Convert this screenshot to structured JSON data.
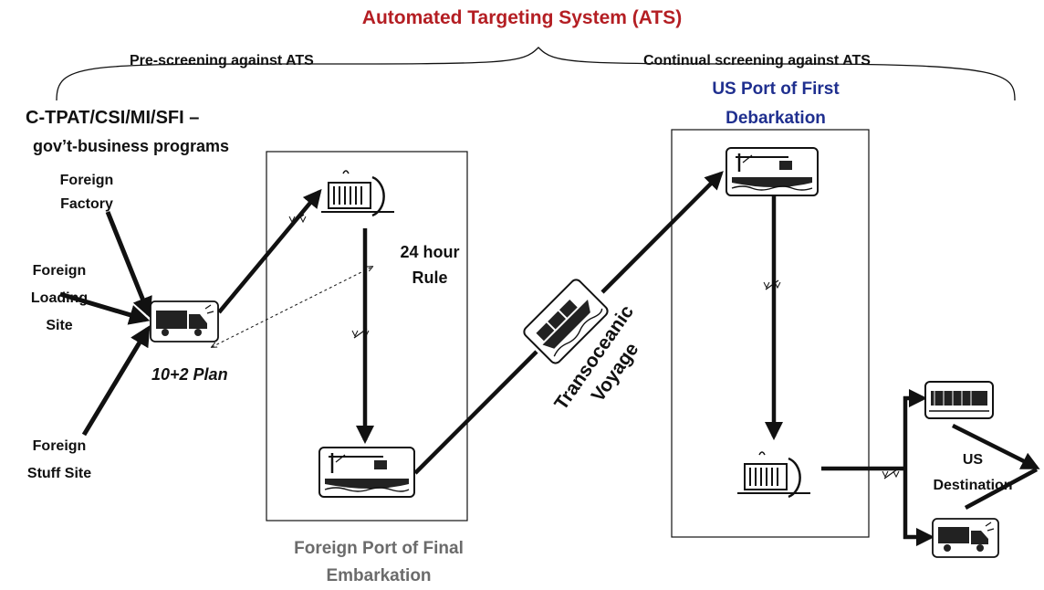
{
  "title": "Automated Targeting System (ATS)",
  "colors": {
    "title": "#b41e23",
    "us_port": "#1f2f8f",
    "foreign_port": "#6b6b6b",
    "ink": "#111111"
  },
  "brackets": {
    "pre_screening": "Pre-screening against ATS",
    "continual_screening": "Continual screening against ATS"
  },
  "programs": {
    "line1": "C-TPAT/CSI/MI/SFI –",
    "line2": "gov’t-business programs"
  },
  "sources": {
    "factory": [
      "Foreign",
      "Factory"
    ],
    "loading_site": [
      "Foreign",
      "Loading",
      "Site"
    ],
    "stuff_site": [
      "Foreign",
      "Stuff Site"
    ]
  },
  "rule_24h": [
    "24 hour",
    "Rule"
  ],
  "plan_10_2": "10+2 Plan",
  "voyage": [
    "Transoceanic",
    "Voyage"
  ],
  "foreign_port": [
    "Foreign Port of Final",
    "Embarkation"
  ],
  "us_port": [
    "US Port of First",
    "Debarkation"
  ],
  "destination": [
    "US",
    "Destination"
  ],
  "icons": [
    "truck-icon",
    "ship-at-dock-icon",
    "crane-dock-icon",
    "container-ship-icon",
    "train-icon",
    "delivery-truck-icon",
    "scale-icon"
  ]
}
